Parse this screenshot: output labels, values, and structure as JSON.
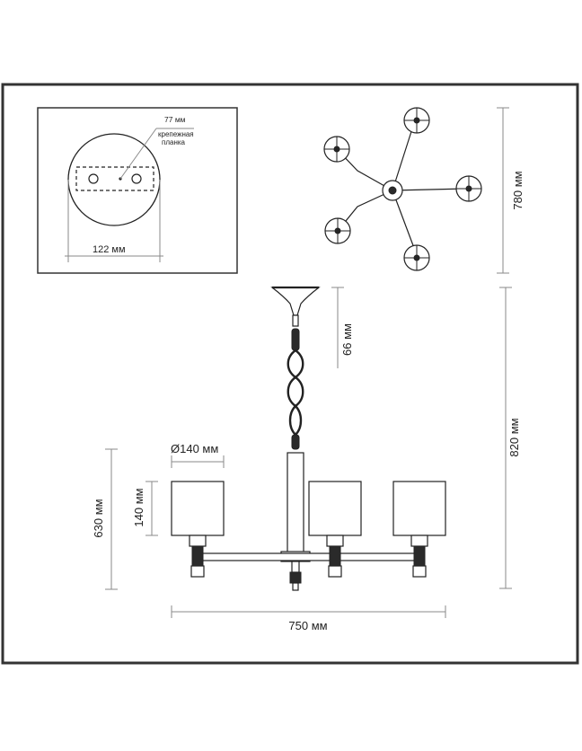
{
  "dimensions": {
    "bracket_width": "77 мм",
    "bracket_label_line1": "крепежная",
    "bracket_label_line2": "планка",
    "canopy_diameter": "122 мм",
    "top_view_span": "780 мм",
    "canopy_height": "66 мм",
    "overall_height": "820 мм",
    "shade_diameter": "Ø140 мм",
    "shade_height": "140 мм",
    "body_height": "630 мм",
    "overall_width": "750 мм"
  },
  "colors": {
    "line": "#222222",
    "dimension": "#8a8a8a",
    "frame": "#333333"
  }
}
